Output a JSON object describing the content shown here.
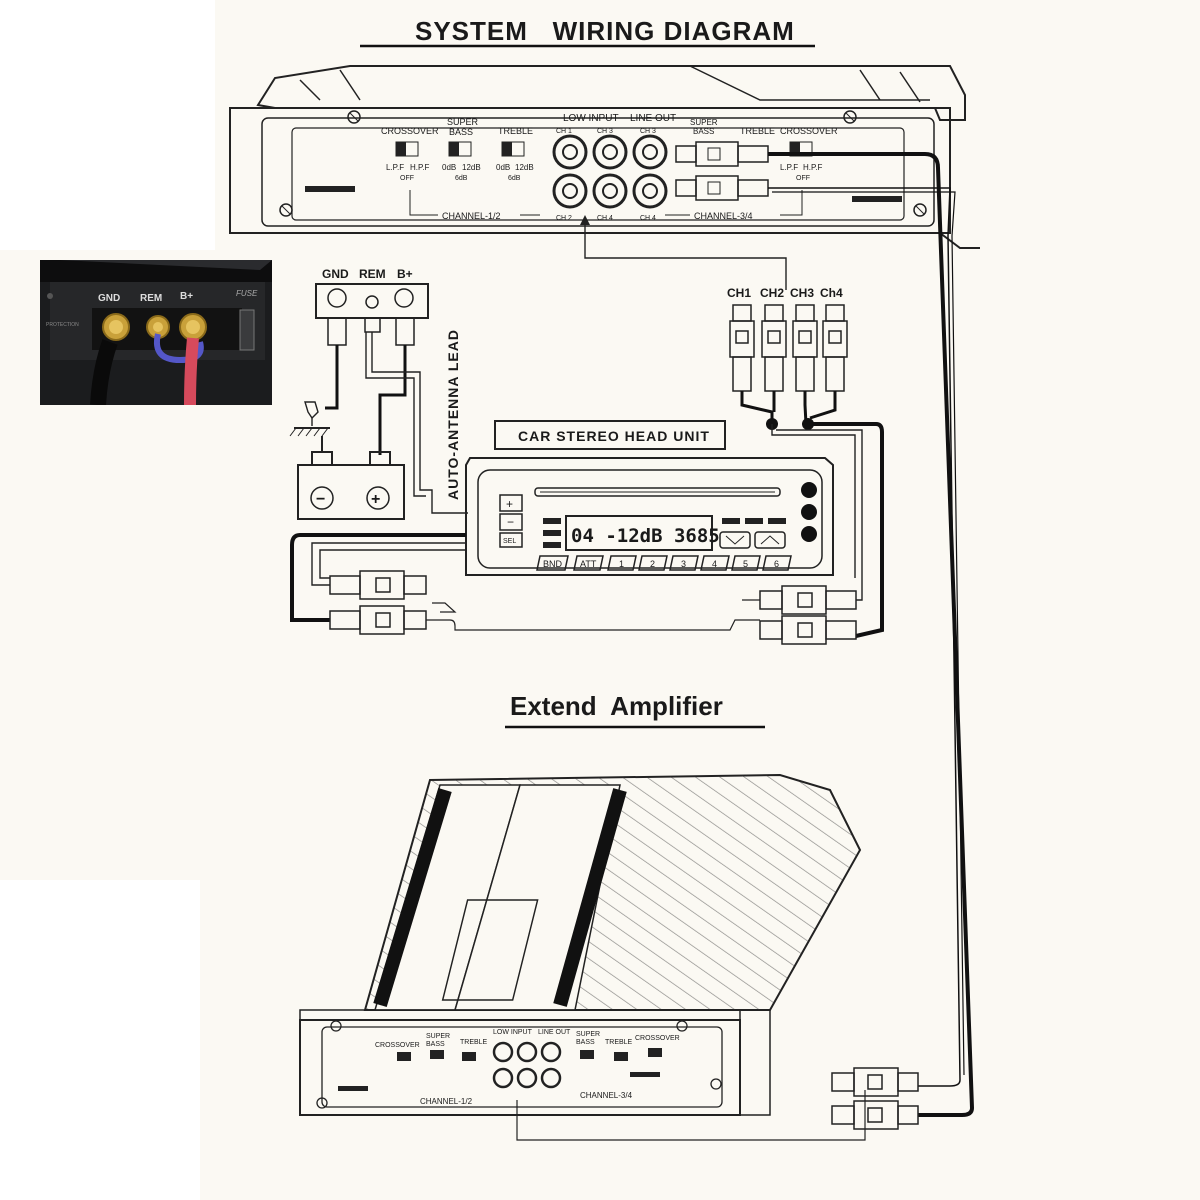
{
  "diagram": {
    "title": "SYSTEM   WIRING DIAGRAM",
    "extend_title": "Extend  Amplifier",
    "head_unit_label": "CAR STEREO HEAD UNIT",
    "antenna_label": "AUTO-ANTENNA LEAD",
    "power_terminals": [
      "GND",
      "REM",
      "B+"
    ],
    "rca_labels": [
      "CH1",
      "CH2",
      "CH3",
      "Ch4"
    ],
    "amp_controls": {
      "crossover": "CROSSOVER",
      "super_bass": "SUPER BASS",
      "treble": "TREBLE",
      "low_input": "LOW INPUT",
      "line_out": "LINE OUT",
      "lpf": "L.P.F",
      "hpf": "H.P.F",
      "off": "OFF",
      "db0": "0dB",
      "db12": "12dB",
      "db6": "6dB",
      "ch1": "CH 1",
      "ch2": "CH 2",
      "ch3": "CH 3",
      "ch4": "CH 4",
      "channel_12": "CHANNEL-1/2",
      "channel_34": "CHANNEL-3/4"
    },
    "head_unit_display": "04 -12dB 3685",
    "head_unit_buttons": [
      "BND",
      "ATT",
      "1",
      "2",
      "3",
      "4",
      "5",
      "6"
    ],
    "battery_symbols": [
      "−",
      "+"
    ]
  },
  "photo_inset": {
    "terminal_labels": [
      "GND",
      "REM",
      "B+"
    ],
    "fuse_label": "FUSE",
    "protection_label": "PROTECTION"
  }
}
